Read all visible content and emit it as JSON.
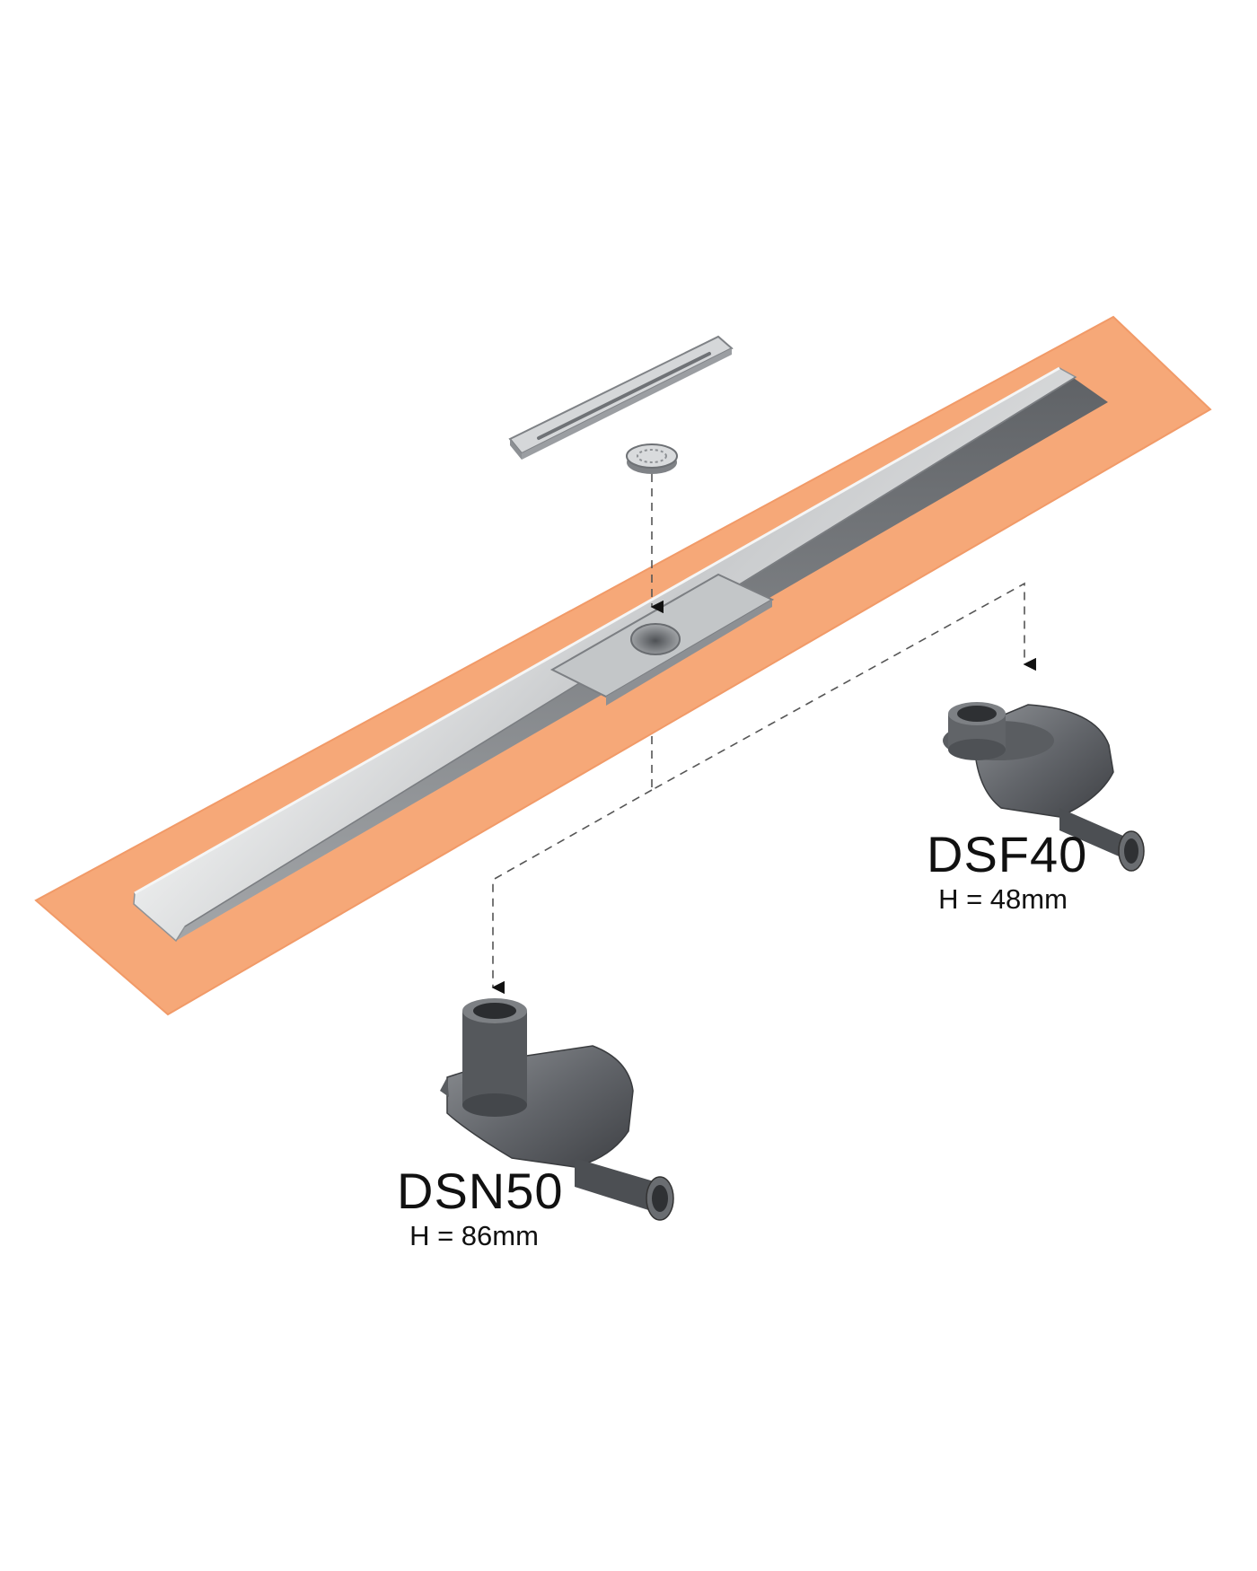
{
  "colors": {
    "background": "#ffffff",
    "membrane": "#f6a878",
    "membrane_edge": "#f19a68",
    "steel_light": "#e9eaea",
    "steel_mid": "#b9bcbf",
    "steel_dark": "#6b6e72",
    "siphon_dark": "#4a4c4f",
    "siphon_mid": "#6e7175",
    "siphon_light": "#9a9da1",
    "text": "#111111",
    "guide_line": "#555555"
  },
  "icons": {
    "membrane": "orange-sealing-membrane-icon",
    "channel": "stainless-drain-channel-icon",
    "grate_cover": "drain-cover-plate-icon",
    "hair_strainer": "round-strainer-icon",
    "siphon": "drain-siphon-icon",
    "arrow": "arrow-down-icon"
  },
  "labels": {
    "dsf40": {
      "code": "DSF40",
      "height": "H = 48mm"
    },
    "dsn50": {
      "code": "DSN50",
      "height": "H = 86mm"
    }
  }
}
